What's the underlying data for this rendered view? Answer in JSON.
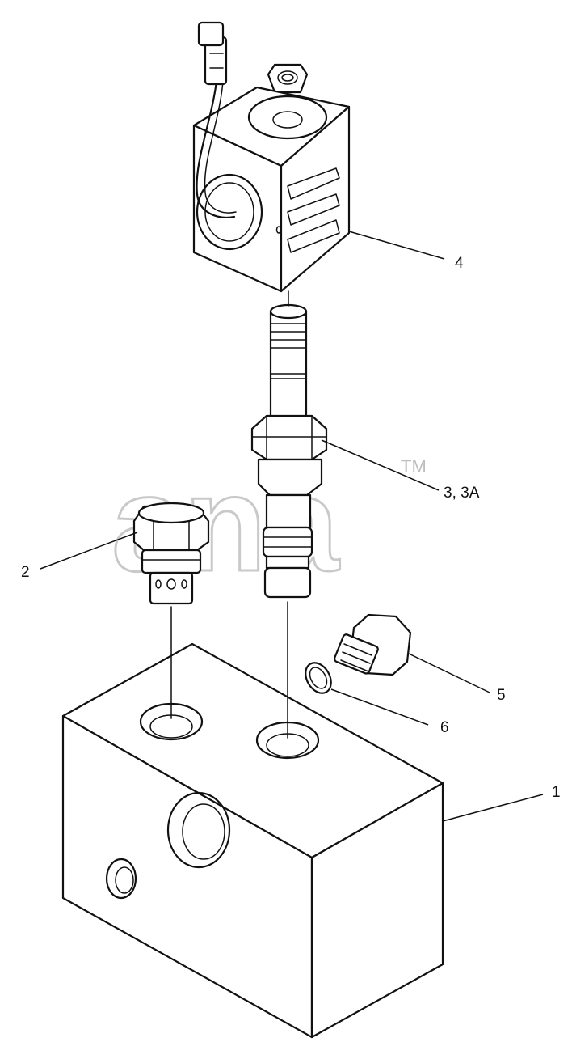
{
  "watermark": {
    "text": "ana",
    "trademark": "TM"
  },
  "callouts": [
    {
      "id": "1",
      "label": "1"
    },
    {
      "id": "2",
      "label": "2"
    },
    {
      "id": "3",
      "label": "3, 3A"
    },
    {
      "id": "4",
      "label": "4"
    },
    {
      "id": "5",
      "label": "5"
    },
    {
      "id": "6",
      "label": "6"
    }
  ]
}
